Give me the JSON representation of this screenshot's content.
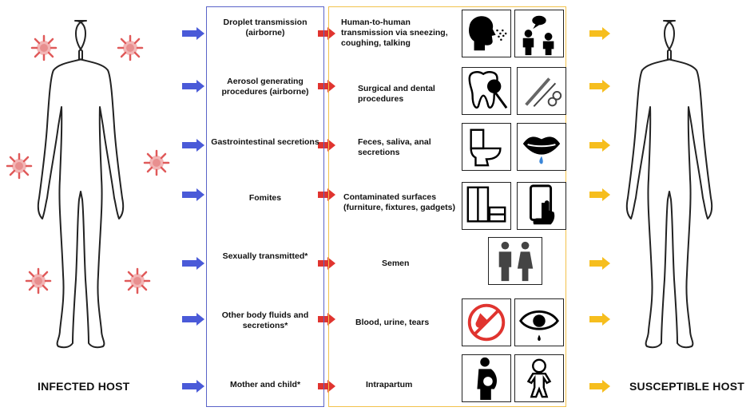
{
  "hosts": {
    "infected_label": "INFECTED HOST",
    "susceptible_label": "SUSCEPTIBLE HOST"
  },
  "colors": {
    "blue_arrow": "#4a5ad8",
    "red_arrow": "#e0342f",
    "yellow_arrow": "#f6be1e",
    "route_border": "#5a63c8",
    "detail_border": "#f2c24c",
    "virus": "#e05a5a"
  },
  "routes": [
    {
      "route": "Droplet transmission (airborne)",
      "detail": "Human-to-human transmission via sneezing, coughing, talking",
      "icons": [
        "sneezing-head-icon",
        "people-talking-icon"
      ]
    },
    {
      "route": "Aerosol generating procedures (airborne)",
      "detail": "Surgical and dental procedures",
      "icons": [
        "dental-tooth-icon",
        "surgical-scissors-icon"
      ]
    },
    {
      "route": "Gastrointestinal secretions",
      "detail": "Feces, saliva, anal secretions",
      "icons": [
        "toilet-icon",
        "mouth-saliva-icon"
      ]
    },
    {
      "route": "Fomites",
      "detail": "Contaminated surfaces (furniture, fixtures, gadgets)",
      "icons": [
        "furniture-icon",
        "smartphone-touch-icon"
      ]
    },
    {
      "route": "Sexually transmitted*",
      "detail": "Semen",
      "icons": [
        "man-woman-icon"
      ]
    },
    {
      "route": "Other body fluids and secretions*",
      "detail": "Blood, urine, tears",
      "icons": [
        "blood-tube-icon",
        "eye-tear-icon"
      ]
    },
    {
      "route": "Mother and child*",
      "detail": "Intrapartum",
      "icons": [
        "pregnant-woman-icon",
        "baby-icon"
      ]
    }
  ]
}
